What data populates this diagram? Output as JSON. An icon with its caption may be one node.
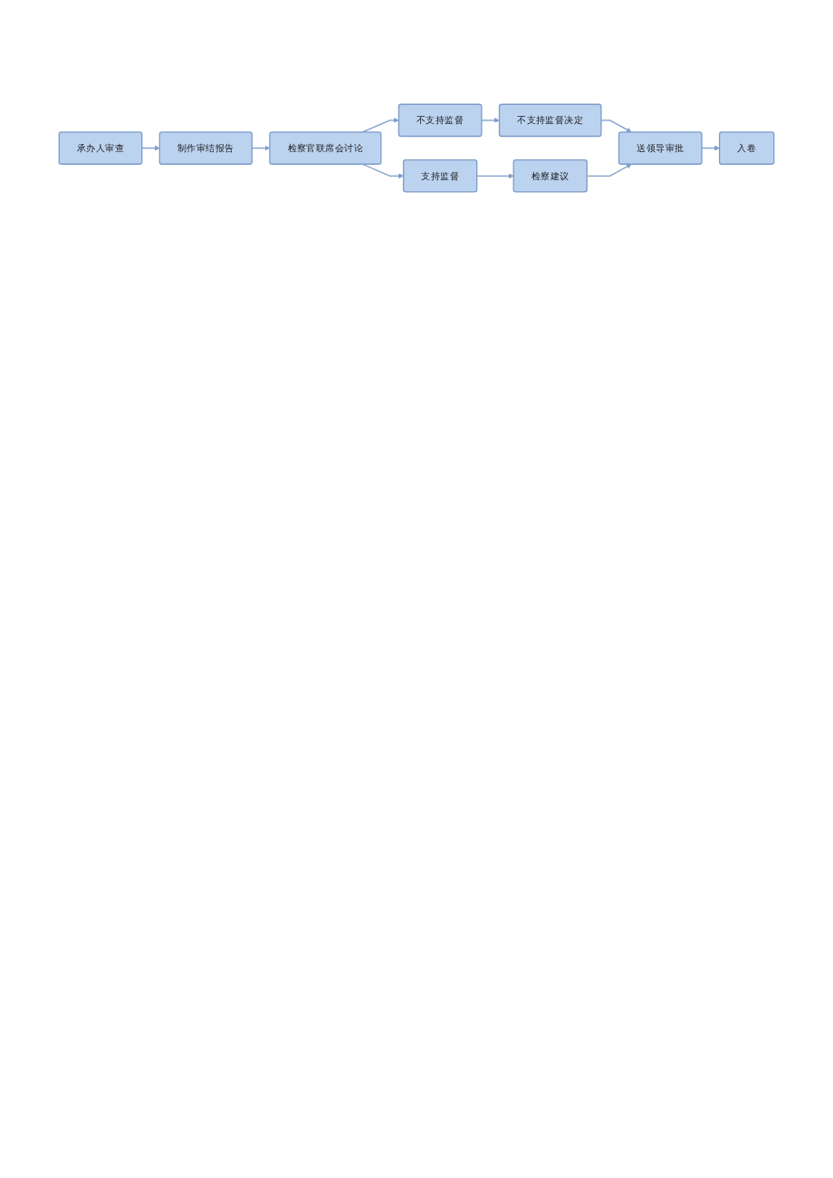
{
  "diagram": {
    "nodes": [
      {
        "text": [
          "承办人审查"
        ]
      },
      {
        "text": [
          "制作审结报告"
        ]
      },
      {
        "text": [
          "检察官联席会讨论"
        ]
      },
      {
        "text": [
          "不支持监督"
        ]
      },
      {
        "text": [
          "不支持监督决定"
        ]
      },
      {
        "text": [
          "支持监督"
        ]
      },
      {
        "text": [
          "检察建议"
        ]
      },
      {
        "text": [
          "送领导审批"
        ]
      },
      {
        "text": [
          "入卷"
        ]
      }
    ],
    "edges": [
      {
        "from": 0,
        "to": 1,
        "arrow": "to"
      },
      {
        "from": 1,
        "to": 2,
        "arrow": "to"
      },
      {
        "from": 2,
        "to": 3,
        "arrow": "to"
      },
      {
        "from": 2,
        "to": 5,
        "arrow": "to"
      },
      {
        "from": 3,
        "to": 4,
        "arrow": "to"
      },
      {
        "from": 5,
        "to": 6,
        "arrow": "to"
      },
      {
        "from": 4,
        "to": 7,
        "arrow": "to"
      },
      {
        "from": 6,
        "to": 7,
        "arrow": "to"
      },
      {
        "from": 7,
        "to": 8,
        "arrow": "to"
      }
    ]
  }
}
